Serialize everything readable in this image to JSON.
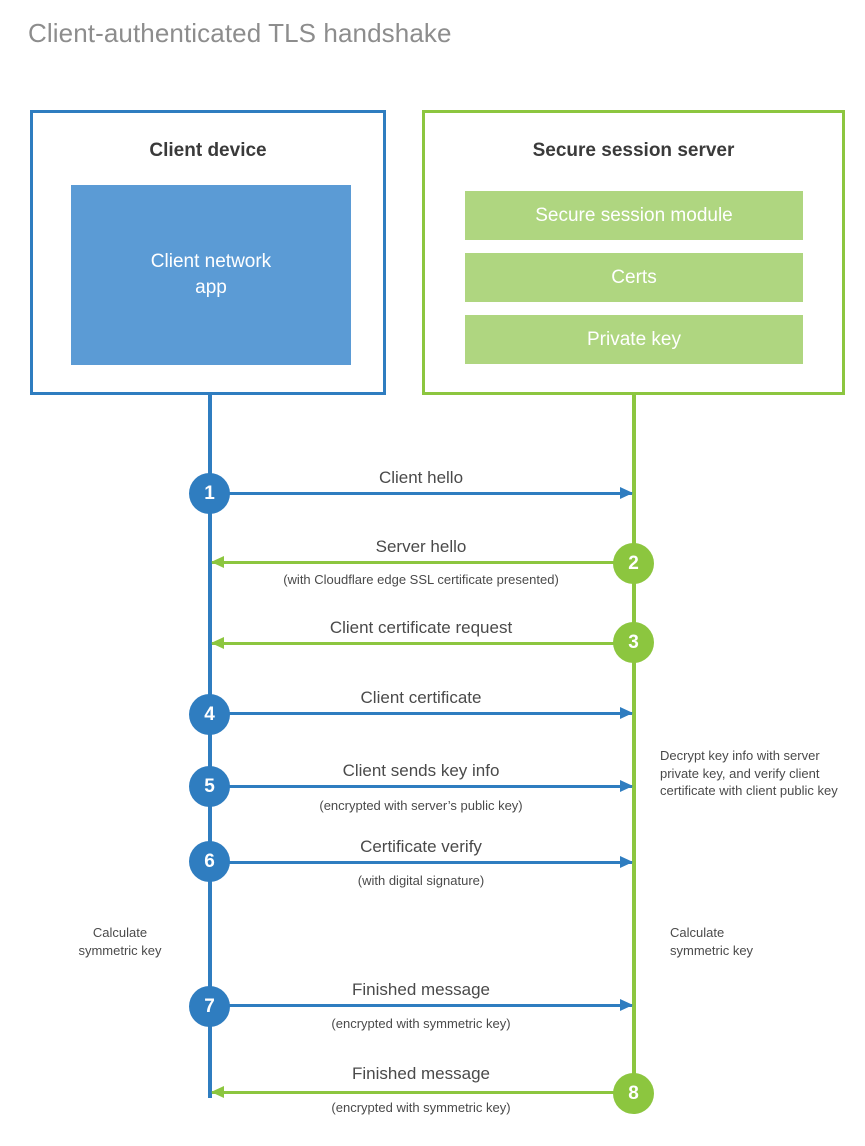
{
  "title": "Client-authenticated TLS handshake",
  "colors": {
    "client_blue": "#2f7dc0",
    "client_app_blue": "#5b9bd5",
    "server_green": "#8cc63f",
    "server_bar_green": "#afd680",
    "title_gray": "#8d8d8d",
    "text_gray": "#4a4a4a"
  },
  "client": {
    "title": "Client device",
    "app_label": "Client network\napp"
  },
  "server": {
    "title": "Secure session server",
    "bars": [
      "Secure session module",
      "Certs",
      "Private key"
    ]
  },
  "steps": [
    {
      "number": "1",
      "actor": "client",
      "direction": "to-server",
      "label": "Client hello",
      "sublabel": ""
    },
    {
      "number": "2",
      "actor": "server",
      "direction": "to-client",
      "label": "Server hello",
      "sublabel": "(with Cloudflare edge SSL certificate presented)"
    },
    {
      "number": "3",
      "actor": "server",
      "direction": "to-client",
      "label": "Client certificate request",
      "sublabel": ""
    },
    {
      "number": "4",
      "actor": "client",
      "direction": "to-server",
      "label": "Client certificate",
      "sublabel": ""
    },
    {
      "number": "5",
      "actor": "client",
      "direction": "to-server",
      "label": "Client sends key info",
      "sublabel": "(encrypted with server’s public key)"
    },
    {
      "number": "6",
      "actor": "client",
      "direction": "to-server",
      "label": "Certificate verify",
      "sublabel": "(with digital signature)"
    },
    {
      "number": "7",
      "actor": "client",
      "direction": "to-server",
      "label": "Finished message",
      "sublabel": "(encrypted with symmetric key)"
    },
    {
      "number": "8",
      "actor": "server",
      "direction": "to-client",
      "label": "Finished message",
      "sublabel": "(encrypted with symmetric key)"
    }
  ],
  "notes": {
    "server_decrypt": "Decrypt key info with server private key, and verify client certificate with client public key",
    "client_symmetric_key": "Calculate\nsymmetric key",
    "server_symmetric_key": "Calculate\nsymmetric key"
  }
}
